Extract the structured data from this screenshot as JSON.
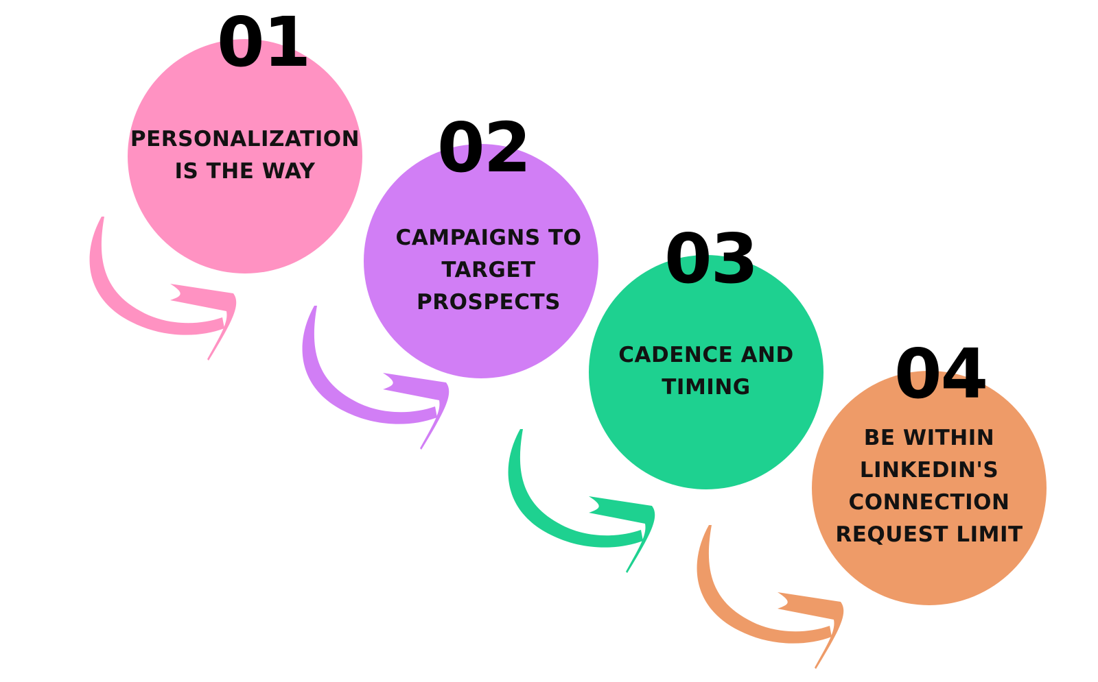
{
  "steps": [
    {
      "number": "01",
      "lines": [
        "PERSONALIZATION",
        "IS THE WAY"
      ],
      "color": "#FF92C2"
    },
    {
      "number": "02",
      "lines": [
        "CAMPAIGNS TO",
        "TARGET",
        "PROSPECTS"
      ],
      "color": "#D17EF5"
    },
    {
      "number": "03",
      "lines": [
        "CADENCE AND",
        "TIMING"
      ],
      "color": "#1ED190"
    },
    {
      "number": "04",
      "lines": [
        "BE WITHIN",
        "LINKEDIN'S",
        "CONNECTION",
        "REQUEST LIMIT"
      ],
      "color": "#EE9B68"
    }
  ],
  "colors": {
    "background": "#FFFFFF",
    "text": "#121212",
    "number": "#000000"
  }
}
